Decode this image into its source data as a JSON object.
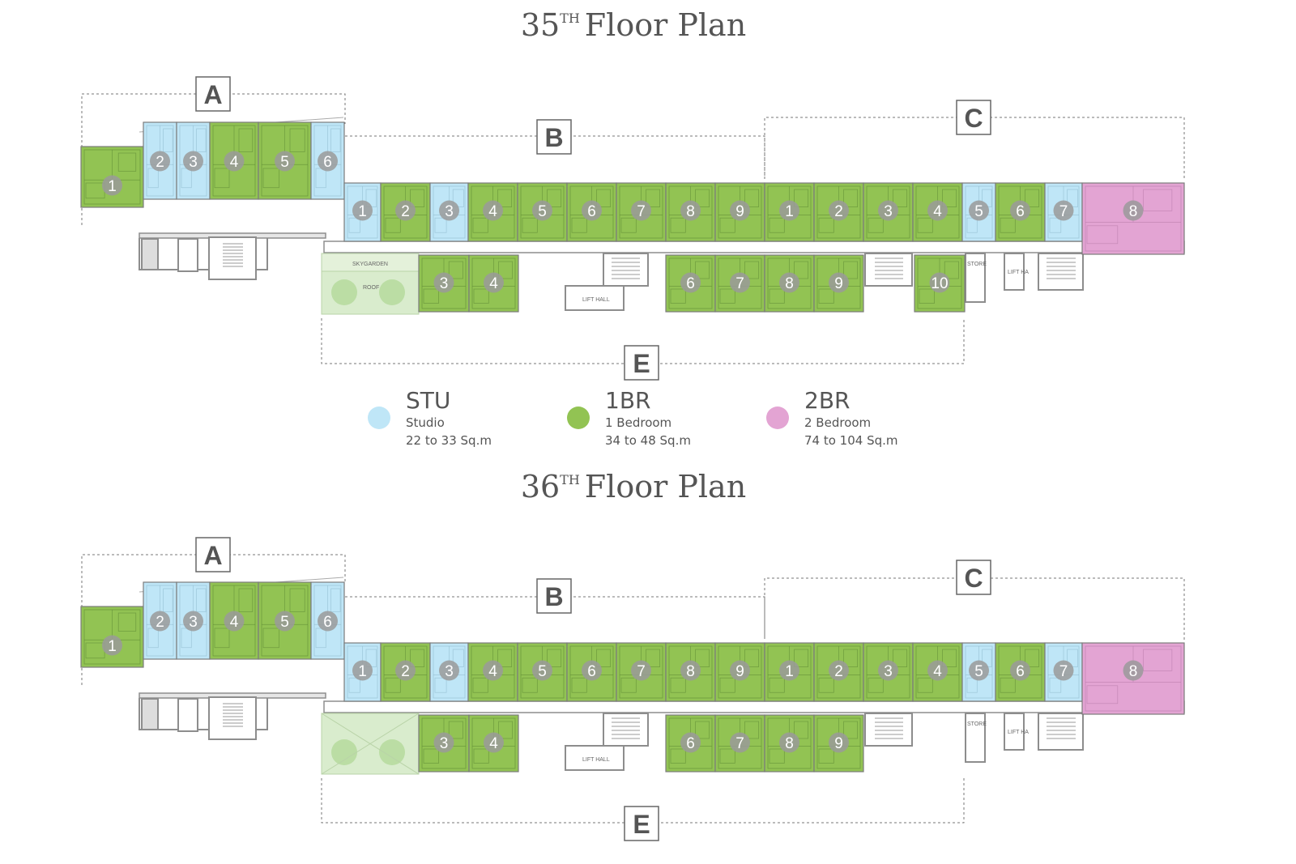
{
  "colors": {
    "studio": "#bfe6f7",
    "one_bedroom": "#92c353",
    "two_bedroom": "#e3a4d3",
    "wall": "#8d8d8d",
    "garden": "#d9eccd",
    "badge": "#9a9a9a"
  },
  "floors": [
    {
      "title_num": "35",
      "title_sup": "TH",
      "title_text": "Floor Plan",
      "sections": [
        "A",
        "B",
        "C",
        "E"
      ],
      "labels": {
        "skygarden": "SKYGARDEN",
        "roof": "ROOF",
        "lift_hall": "LIFT HALL",
        "lift_hall_2": "LIFT HA",
        "store": "STORE"
      },
      "units": [
        {
          "n": "1",
          "t": "one_bedroom"
        },
        {
          "n": "2",
          "t": "studio"
        },
        {
          "n": "3",
          "t": "studio"
        },
        {
          "n": "4",
          "t": "one_bedroom"
        },
        {
          "n": "5",
          "t": "one_bedroom"
        },
        {
          "n": "6",
          "t": "studio"
        },
        {
          "n": "1",
          "t": "studio"
        },
        {
          "n": "2",
          "t": "one_bedroom"
        },
        {
          "n": "3",
          "t": "studio"
        },
        {
          "n": "4",
          "t": "one_bedroom"
        },
        {
          "n": "5",
          "t": "one_bedroom"
        },
        {
          "n": "6",
          "t": "one_bedroom"
        },
        {
          "n": "7",
          "t": "one_bedroom"
        },
        {
          "n": "8",
          "t": "one_bedroom"
        },
        {
          "n": "9",
          "t": "one_bedroom"
        },
        {
          "n": "1",
          "t": "one_bedroom"
        },
        {
          "n": "2",
          "t": "one_bedroom"
        },
        {
          "n": "3",
          "t": "one_bedroom"
        },
        {
          "n": "4",
          "t": "one_bedroom"
        },
        {
          "n": "5",
          "t": "studio"
        },
        {
          "n": "6",
          "t": "one_bedroom"
        },
        {
          "n": "7",
          "t": "studio"
        },
        {
          "n": "8",
          "t": "two_bedroom"
        },
        {
          "n": "3",
          "t": "one_bedroom"
        },
        {
          "n": "4",
          "t": "one_bedroom"
        },
        {
          "n": "6",
          "t": "one_bedroom"
        },
        {
          "n": "7",
          "t": "one_bedroom"
        },
        {
          "n": "8",
          "t": "one_bedroom"
        },
        {
          "n": "9",
          "t": "one_bedroom"
        },
        {
          "n": "10",
          "t": "one_bedroom"
        }
      ]
    },
    {
      "title_num": "36",
      "title_sup": "TH",
      "title_text": "Floor Plan",
      "sections": [
        "A",
        "B",
        "C",
        "E"
      ],
      "labels": {
        "skygarden": "",
        "roof": "",
        "lift_hall": "LIFT HALL",
        "lift_hall_2": "LIFT HA",
        "store": "STORE"
      },
      "units": [
        {
          "n": "1",
          "t": "one_bedroom"
        },
        {
          "n": "2",
          "t": "studio"
        },
        {
          "n": "3",
          "t": "studio"
        },
        {
          "n": "4",
          "t": "one_bedroom"
        },
        {
          "n": "5",
          "t": "one_bedroom"
        },
        {
          "n": "6",
          "t": "studio"
        },
        {
          "n": "1",
          "t": "studio"
        },
        {
          "n": "2",
          "t": "one_bedroom"
        },
        {
          "n": "3",
          "t": "studio"
        },
        {
          "n": "4",
          "t": "one_bedroom"
        },
        {
          "n": "5",
          "t": "one_bedroom"
        },
        {
          "n": "6",
          "t": "one_bedroom"
        },
        {
          "n": "7",
          "t": "one_bedroom"
        },
        {
          "n": "8",
          "t": "one_bedroom"
        },
        {
          "n": "9",
          "t": "one_bedroom"
        },
        {
          "n": "1",
          "t": "one_bedroom"
        },
        {
          "n": "2",
          "t": "one_bedroom"
        },
        {
          "n": "3",
          "t": "one_bedroom"
        },
        {
          "n": "4",
          "t": "one_bedroom"
        },
        {
          "n": "5",
          "t": "studio"
        },
        {
          "n": "6",
          "t": "one_bedroom"
        },
        {
          "n": "7",
          "t": "studio"
        },
        {
          "n": "8",
          "t": "two_bedroom"
        },
        {
          "n": "3",
          "t": "one_bedroom"
        },
        {
          "n": "4",
          "t": "one_bedroom"
        },
        {
          "n": "6",
          "t": "one_bedroom"
        },
        {
          "n": "7",
          "t": "one_bedroom"
        },
        {
          "n": "8",
          "t": "one_bedroom"
        },
        {
          "n": "9",
          "t": "one_bedroom"
        }
      ]
    }
  ],
  "legend": [
    {
      "type": "studio",
      "code": "STU",
      "name": "Studio",
      "area": "22 to 33 Sq.m"
    },
    {
      "type": "one_bedroom",
      "code": "1BR",
      "name": "1 Bedroom",
      "area": "34 to 48 Sq.m"
    },
    {
      "type": "two_bedroom",
      "code": "2BR",
      "name": "2 Bedroom",
      "area": "74 to 104 Sq.m"
    }
  ]
}
